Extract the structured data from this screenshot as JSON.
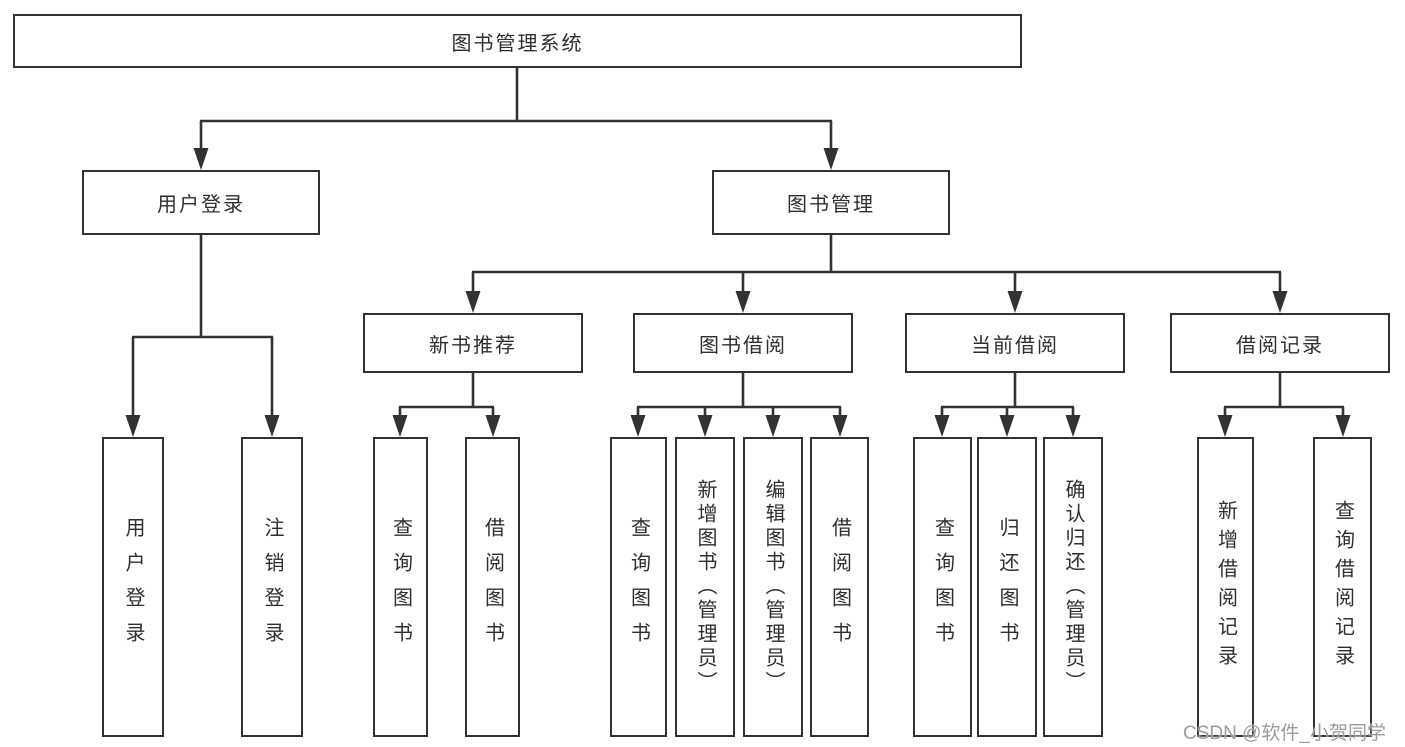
{
  "diagram": {
    "root": {
      "label": "图书管理系统"
    },
    "branches": [
      {
        "label": "用户登录",
        "children": [
          {
            "label": "用户登录"
          },
          {
            "label": "注销登录"
          }
        ]
      },
      {
        "label": "图书管理",
        "children": [
          {
            "label": "新书推荐",
            "children": [
              {
                "label": "查询图书"
              },
              {
                "label": "借阅图书"
              }
            ]
          },
          {
            "label": "图书借阅",
            "children": [
              {
                "label": "查询图书"
              },
              {
                "label": "新增图书（管理员）"
              },
              {
                "label": "编辑图书（管理员）"
              },
              {
                "label": "借阅图书"
              }
            ]
          },
          {
            "label": "当前借阅",
            "children": [
              {
                "label": "查询图书"
              },
              {
                "label": "归还图书"
              },
              {
                "label": "确认归还（管理员）"
              }
            ]
          },
          {
            "label": "借阅记录",
            "children": [
              {
                "label": "新增借阅记录"
              },
              {
                "label": "查询借阅记录"
              }
            ]
          }
        ]
      }
    ]
  },
  "watermark": {
    "text": "CSDN @软件_小贺同学"
  },
  "colors": {
    "line": "#323232",
    "text": "#2f2f2f",
    "box_background": "#ffffff",
    "page_background": "#ffffff",
    "watermark": "#9c9c9c"
  }
}
